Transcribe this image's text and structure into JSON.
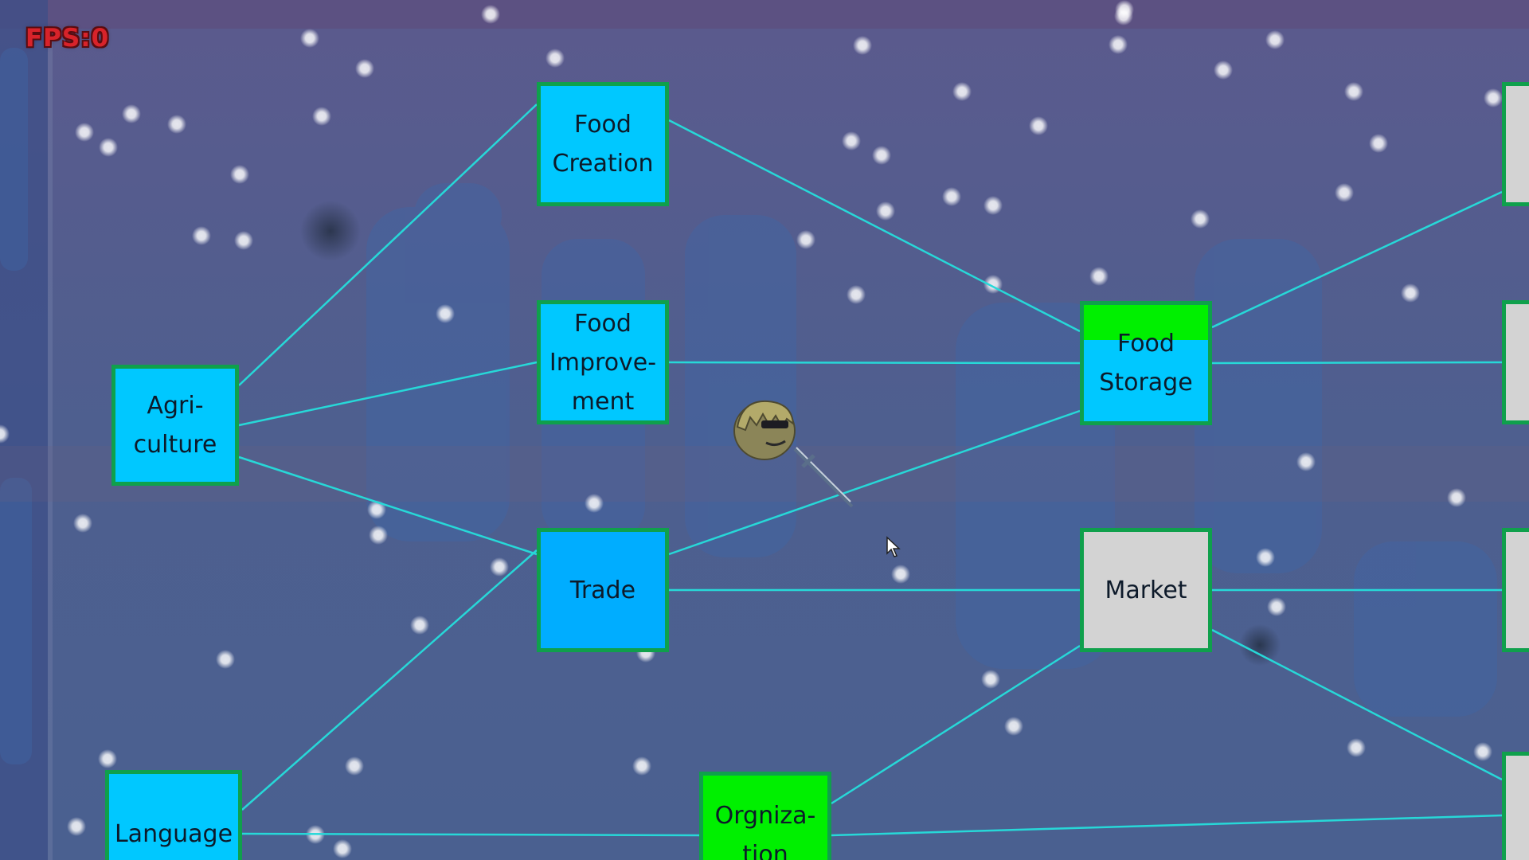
{
  "hud": {
    "fps_label": "FPS:0"
  },
  "colors": {
    "researched": "#00c8ff",
    "selected": "#00adff",
    "available": "#00f000",
    "locked": "#d3d3d3",
    "border": "#0fa04c",
    "link": "#27d8d8",
    "progress": "#00f000"
  },
  "nodes": [
    {
      "id": "agriculture",
      "label": "Agri-\nculture",
      "state": "researched"
    },
    {
      "id": "food-creation",
      "label": "Food\nCreation",
      "state": "researched"
    },
    {
      "id": "food-improvement",
      "label": "Food\nImprove-\nment",
      "state": "researched"
    },
    {
      "id": "trade",
      "label": "Trade",
      "state": "selected"
    },
    {
      "id": "language",
      "label": "Language",
      "state": "researched"
    },
    {
      "id": "food-storage",
      "label": "Food\nStorage",
      "state": "researched",
      "progress": 0.3
    },
    {
      "id": "market",
      "label": "Market",
      "state": "locked"
    },
    {
      "id": "orgnization",
      "label": "Orgniza-\ntion",
      "state": "available"
    },
    {
      "id": "edge-1",
      "label": "",
      "state": "locked"
    },
    {
      "id": "edge-2",
      "label": "",
      "state": "locked"
    },
    {
      "id": "edge-3",
      "label": "",
      "state": "locked"
    },
    {
      "id": "edge-4",
      "label": "",
      "state": "locked"
    }
  ],
  "links": [
    [
      "agriculture",
      "food-creation"
    ],
    [
      "agriculture",
      "food-improvement"
    ],
    [
      "agriculture",
      "trade"
    ],
    [
      "language",
      "trade"
    ],
    [
      "language",
      "orgnization"
    ],
    [
      "food-creation",
      "food-storage"
    ],
    [
      "food-improvement",
      "food-storage"
    ],
    [
      "trade",
      "food-storage"
    ],
    [
      "trade",
      "market"
    ],
    [
      "orgnization",
      "market"
    ],
    [
      "orgnization",
      "edge-4"
    ],
    [
      "food-storage",
      "edge-1"
    ],
    [
      "food-storage",
      "edge-2"
    ],
    [
      "market",
      "edge-3"
    ],
    [
      "market",
      "edge-4"
    ]
  ],
  "player": {
    "icon": "player-character-icon"
  },
  "cursor": {
    "icon": "mouse-cursor-icon"
  }
}
